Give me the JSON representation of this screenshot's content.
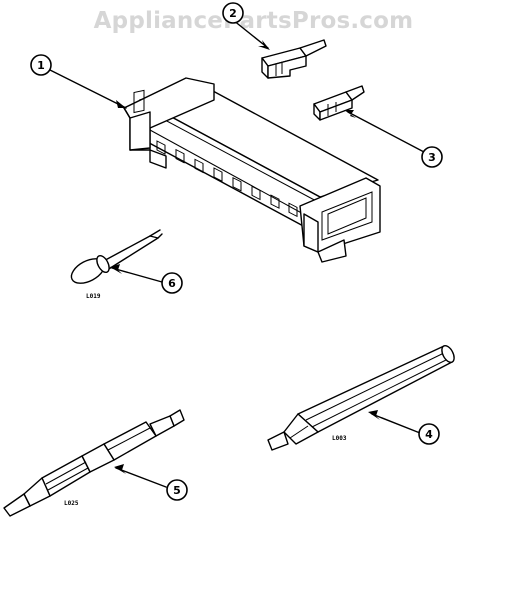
{
  "watermark": "AppliancePartsPros.com",
  "callouts": [
    {
      "id": "1",
      "label": "1"
    },
    {
      "id": "2",
      "label": "2"
    },
    {
      "id": "3",
      "label": "3"
    },
    {
      "id": "4",
      "label": "4"
    },
    {
      "id": "5",
      "label": "5"
    },
    {
      "id": "6",
      "label": "6"
    }
  ],
  "part_codes": {
    "tool6": "L019",
    "tool4": "L003",
    "tool5": "L025"
  },
  "colors": {
    "ink": "#000000",
    "watermark": "#d6d6d6",
    "paper": "#ffffff"
  }
}
